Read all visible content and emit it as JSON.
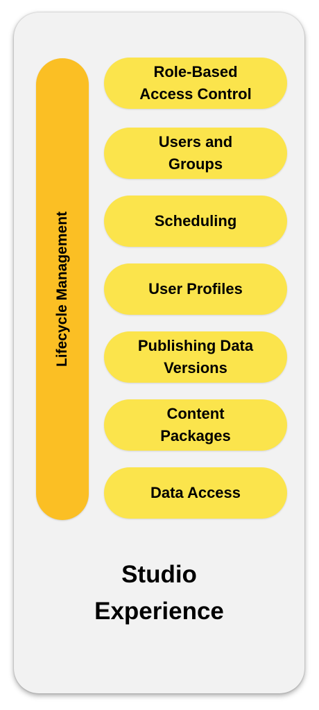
{
  "vertical_bar": {
    "label": "Lifecycle Management",
    "color": "#fbbf24"
  },
  "capabilities": [
    {
      "label": "Role-Based\nAccess Control"
    },
    {
      "label": "Users and\nGroups"
    },
    {
      "label": "Scheduling"
    },
    {
      "label": "User Profiles"
    },
    {
      "label": "Publishing Data\nVersions"
    },
    {
      "label": "Content\nPackages"
    },
    {
      "label": "Data Access"
    }
  ],
  "pill_color": "#fbe44c",
  "footer": {
    "title": "Studio\nExperience"
  }
}
